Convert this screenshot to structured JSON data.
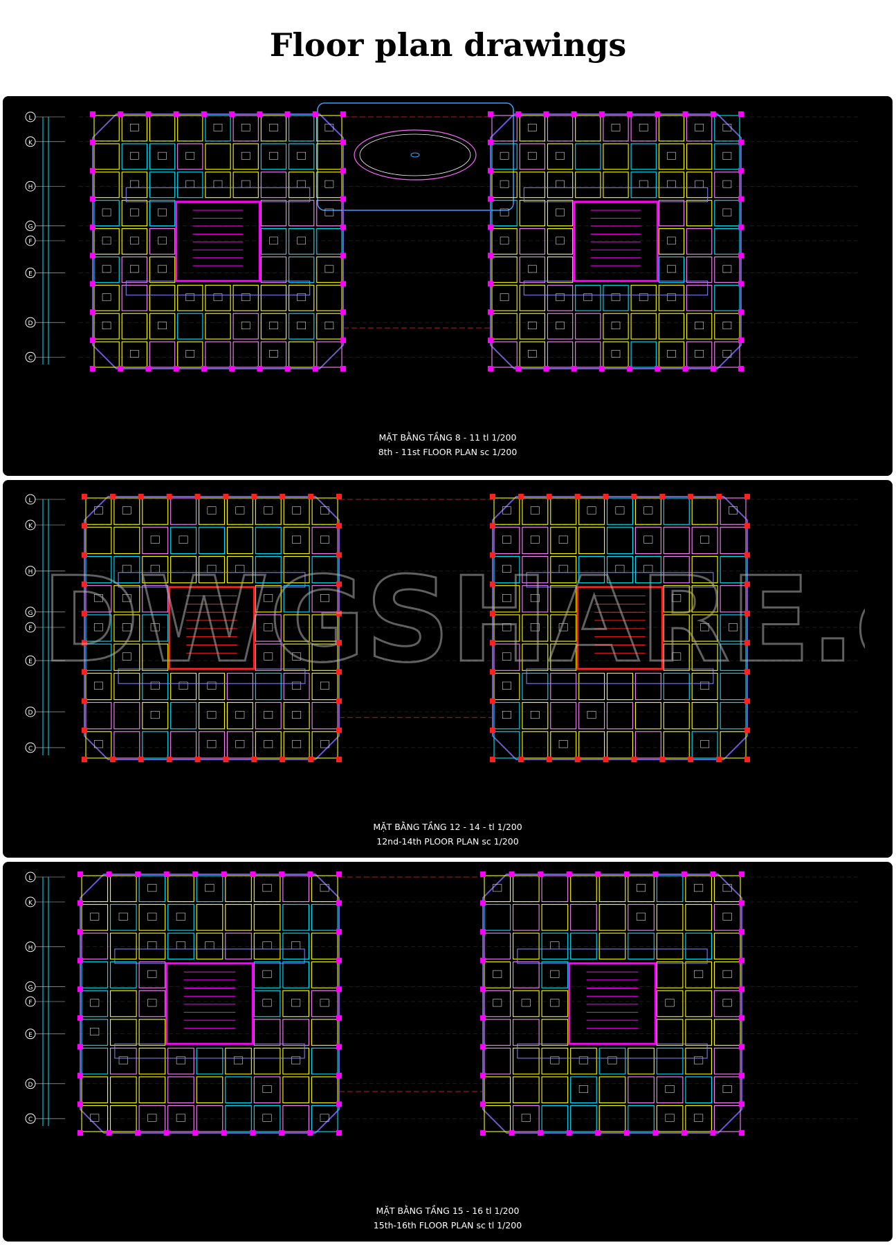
{
  "page": {
    "title": "Floor plan drawings"
  },
  "grid_axes": [
    "L",
    "K",
    "H",
    "G",
    "F",
    "E",
    "D",
    "C"
  ],
  "watermark": "DWGSHARE.com",
  "panels": [
    {
      "caption_vi": "MẶT BẰNG TẦNG 8 - 11 tl 1/200",
      "caption_en": "8th - 11st FLOOR PLAN  sc  1/200"
    },
    {
      "caption_vi": "MẶT BẰNG TẦNG 12 - 14 - tl 1/200",
      "caption_en": "12nd-14th  PLOOR PLAN  sc 1/200"
    },
    {
      "caption_vi": "MẶT BẰNG TẦNG 15 - 16 tl 1/200",
      "caption_en": "15th-16th FLOOR PLAN  sc  tl 1/200"
    }
  ],
  "colors": {
    "background": "#000000",
    "wall": "#ff00ff",
    "yellow": "#ffff00",
    "cyan": "#00e5ff",
    "red": "#ff2020",
    "pink": "#ff66cc"
  }
}
